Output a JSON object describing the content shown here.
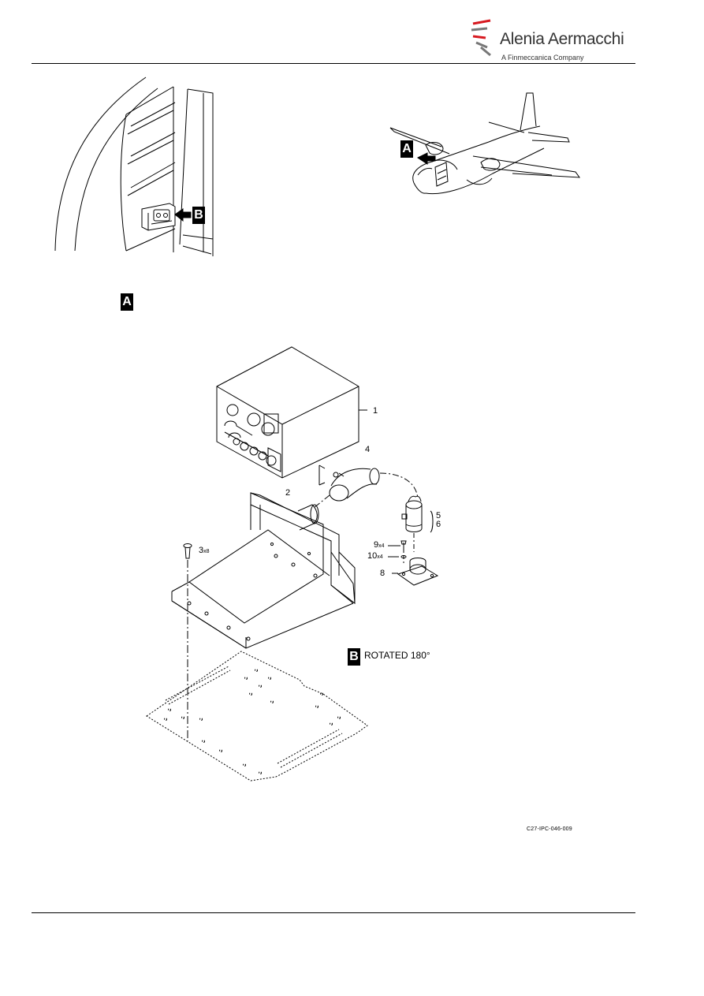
{
  "header": {
    "brand_name": "Alenia Aermacchi",
    "brand_tagline": "A Finmeccanica Company",
    "logo_icon": "swoosh-icon",
    "logo_color": "#d71920"
  },
  "views": {
    "view_a_label": "A",
    "view_b_label": "B",
    "view_b_caption": "ROTATED 180°"
  },
  "callouts": {
    "c1": "1",
    "c2": "2",
    "c3": "3",
    "c3_qty": "x8",
    "c4": "4",
    "c5": "5",
    "c6": "6",
    "c8": "8",
    "c9": "9",
    "c9_qty": "x4",
    "c10": "10",
    "c10_qty": "x4"
  },
  "figure_id": "C27-IPC-046-009"
}
